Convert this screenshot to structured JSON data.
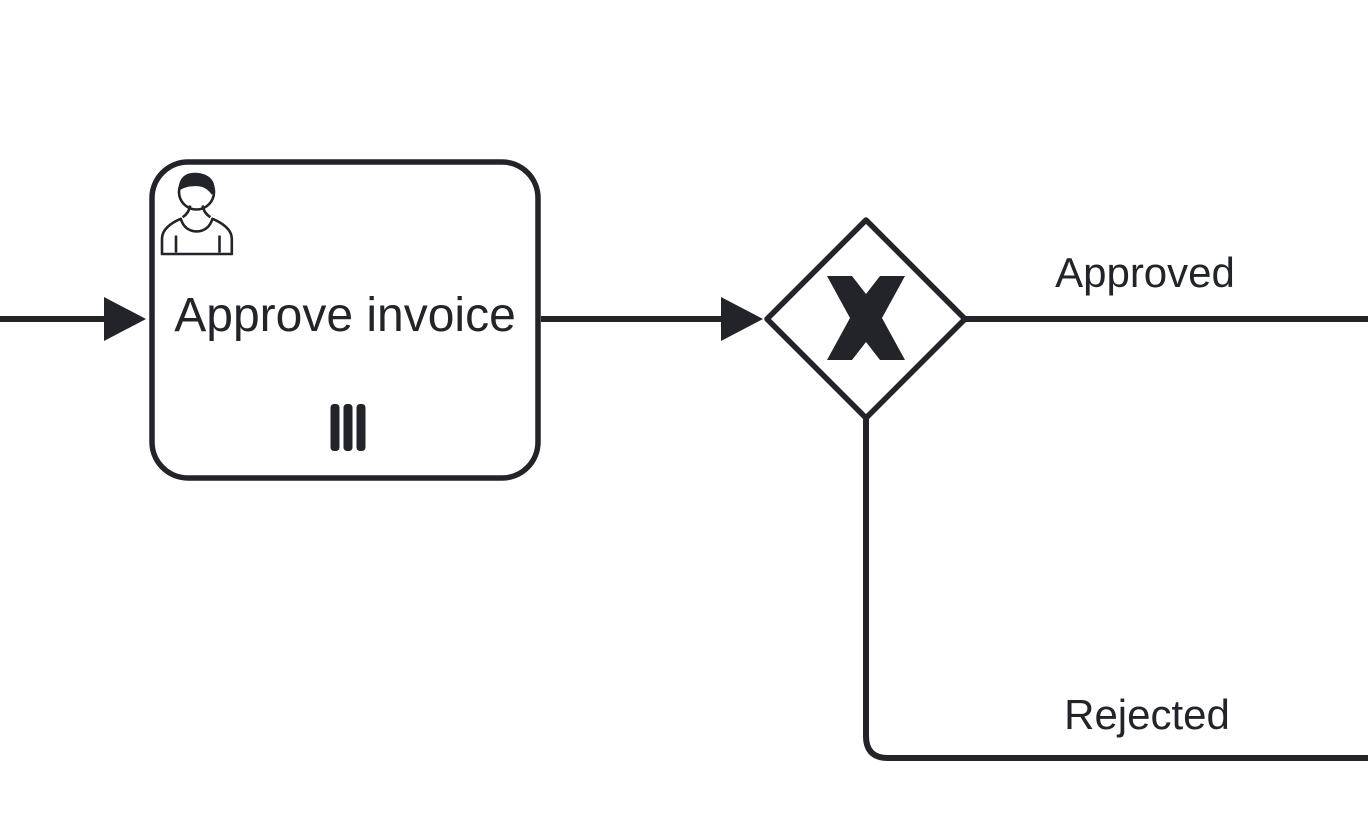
{
  "canvas": {
    "background_color": "#ffffff",
    "stroke_color": "#22242a"
  },
  "process": {
    "task": {
      "label": "Approve invoice",
      "type": "user-task",
      "icon": "user-icon",
      "marker": "multi-instance-parallel-marker"
    },
    "gateway": {
      "type": "exclusive-gateway",
      "marker": "x-marker"
    },
    "flows": {
      "approved": {
        "label": "Approved"
      },
      "rejected": {
        "label": "Rejected"
      }
    }
  }
}
